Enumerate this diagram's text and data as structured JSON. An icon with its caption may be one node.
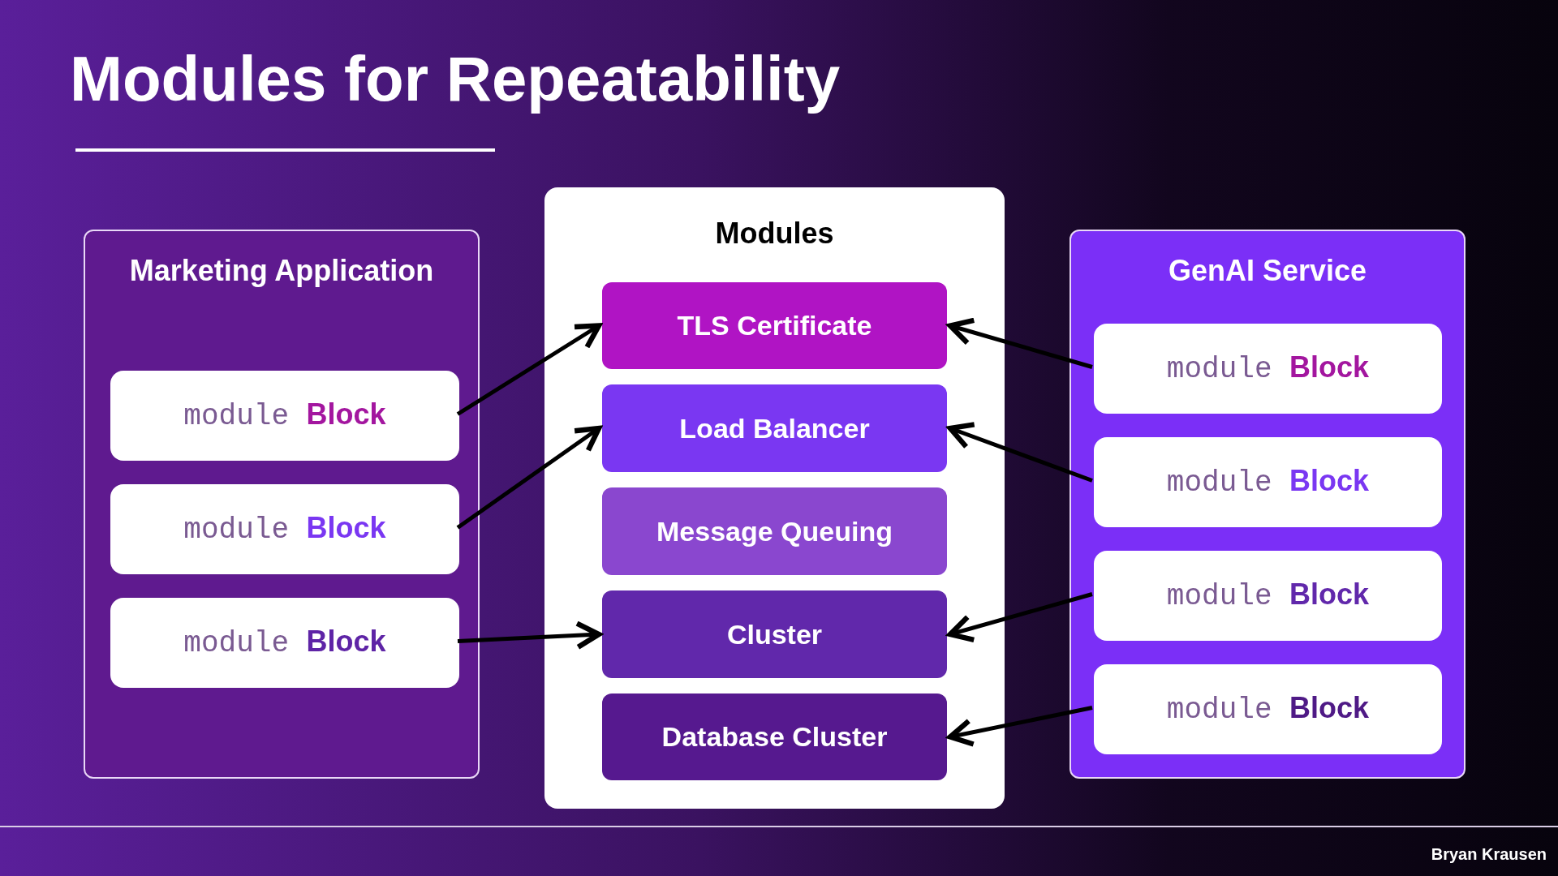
{
  "diagram": {
    "title": "Modules for Repeatability",
    "nodes": [
      {
        "text": [
          "Marketing Application"
        ]
      },
      {
        "text": [
          "module **Block**"
        ],
        "in": 0
      },
      {
        "text": [
          "module **Block**"
        ],
        "in": 0
      },
      {
        "text": [
          "module **Block**"
        ],
        "in": 0
      },
      {
        "text": [
          "Modules"
        ]
      },
      {
        "text": [
          "TLS Certificate"
        ],
        "in": 4
      },
      {
        "text": [
          "Load Balancer"
        ],
        "in": 4
      },
      {
        "text": [
          "Message Queuing"
        ],
        "in": 4
      },
      {
        "text": [
          "Cluster"
        ],
        "in": 4
      },
      {
        "text": [
          "Database Cluster"
        ],
        "in": 4
      },
      {
        "text": [
          "GenAI Service"
        ]
      },
      {
        "text": [
          "module **Block**"
        ],
        "in": 10
      },
      {
        "text": [
          "module **Block**"
        ],
        "in": 10
      },
      {
        "text": [
          "module **Block**"
        ],
        "in": 10
      },
      {
        "text": [
          "module **Block**"
        ],
        "in": 10
      }
    ],
    "edges": [
      {
        "from": 1,
        "to": 5,
        "arrow": "to"
      },
      {
        "from": 2,
        "to": 6,
        "arrow": "to"
      },
      {
        "from": 3,
        "to": 8,
        "arrow": "to"
      },
      {
        "from": 11,
        "to": 5,
        "arrow": "to"
      },
      {
        "from": 12,
        "to": 6,
        "arrow": "to"
      },
      {
        "from": 13,
        "to": 8,
        "arrow": "to"
      },
      {
        "from": 14,
        "to": 9,
        "arrow": "to"
      }
    ],
    "labels": [
      "Bryan Krausen"
    ]
  }
}
